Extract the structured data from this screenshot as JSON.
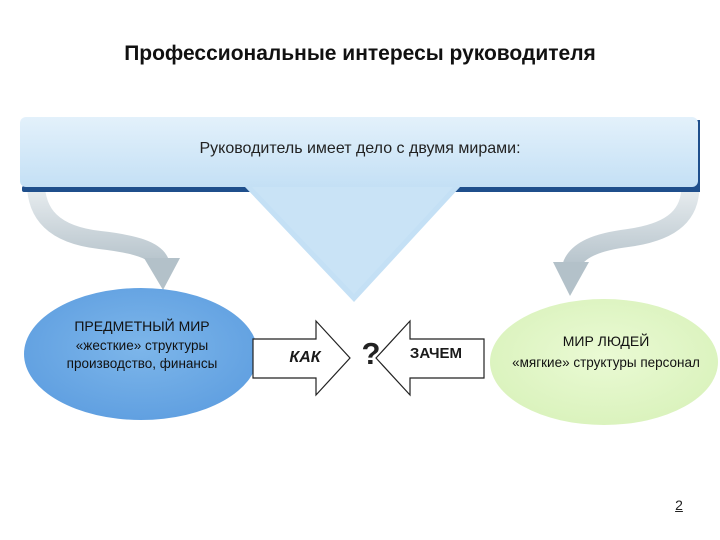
{
  "title": "Профессиональные интересы руководителя",
  "banner": {
    "text": "Руководитель имеет дело с двумя мирами:"
  },
  "left_world": {
    "title": "ПРЕДМЕТНЫЙ МИР",
    "subtitle": "«жесткие» структуры производство, финансы"
  },
  "right_world": {
    "title": "МИР ЛЮДЕЙ",
    "subtitle": "«мягкие» структуры персонал"
  },
  "left_arrow": {
    "label": "КАК"
  },
  "question": {
    "label": "?"
  },
  "right_arrow": {
    "label": "ЗАЧЕМ"
  },
  "page_number": "2",
  "colors": {
    "banner_fill": "#cfe6f7",
    "left_ellipse": "#6aa9e6",
    "right_ellipse": "#e3f7c9",
    "curved_arrow": "#c7d3da"
  }
}
